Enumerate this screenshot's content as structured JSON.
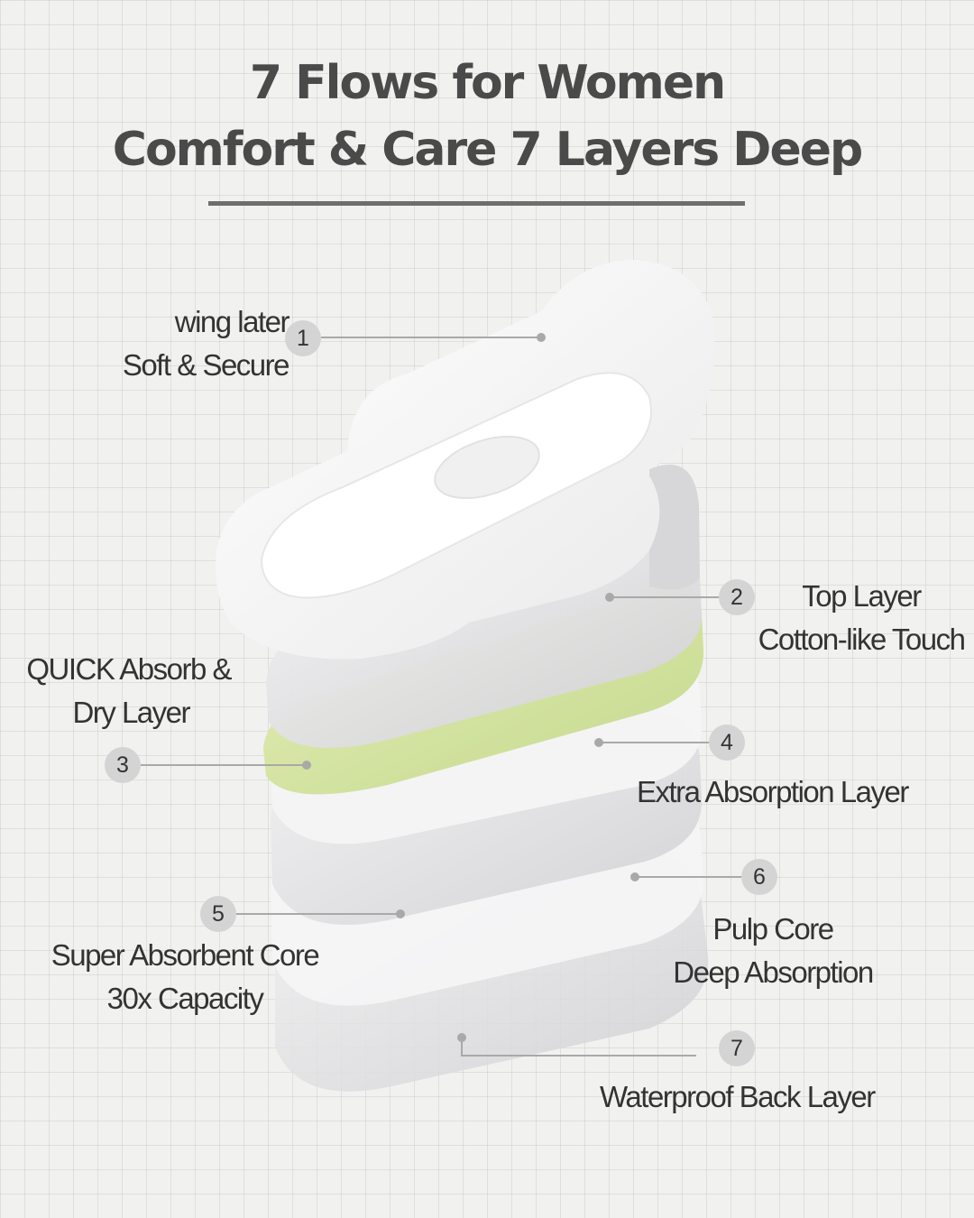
{
  "title": {
    "line1": "7 Flows for Women",
    "line2": "Comfort & Care 7 Layers Deep"
  },
  "colors": {
    "background": "#f1f1f0",
    "title": "#4a4a4a",
    "rule": "#6e6e6e",
    "badge": "#d4d4d4",
    "green_layer": "#d8e6a8",
    "pad_white": "#fbfbfb",
    "layer_grey": "#e2e2e4"
  },
  "icons": [
    "sanitary-pad-illustration"
  ],
  "layers": [
    {
      "num": "1",
      "line1": "wing later",
      "line2": "Soft & Secure"
    },
    {
      "num": "2",
      "line1": "Top Layer",
      "line2": "Cotton-like Touch"
    },
    {
      "num": "3",
      "line1": "QUICK Absorb &",
      "line2": "Dry Layer"
    },
    {
      "num": "4",
      "line1": "Extra Absorption Layer",
      "line2": ""
    },
    {
      "num": "5",
      "line1": "Super Absorbent Core",
      "line2": "30x Capacity"
    },
    {
      "num": "6",
      "line1": "Pulp Core",
      "line2": "Deep Absorption"
    },
    {
      "num": "7",
      "line1": "Waterproof Back Layer",
      "line2": ""
    }
  ]
}
